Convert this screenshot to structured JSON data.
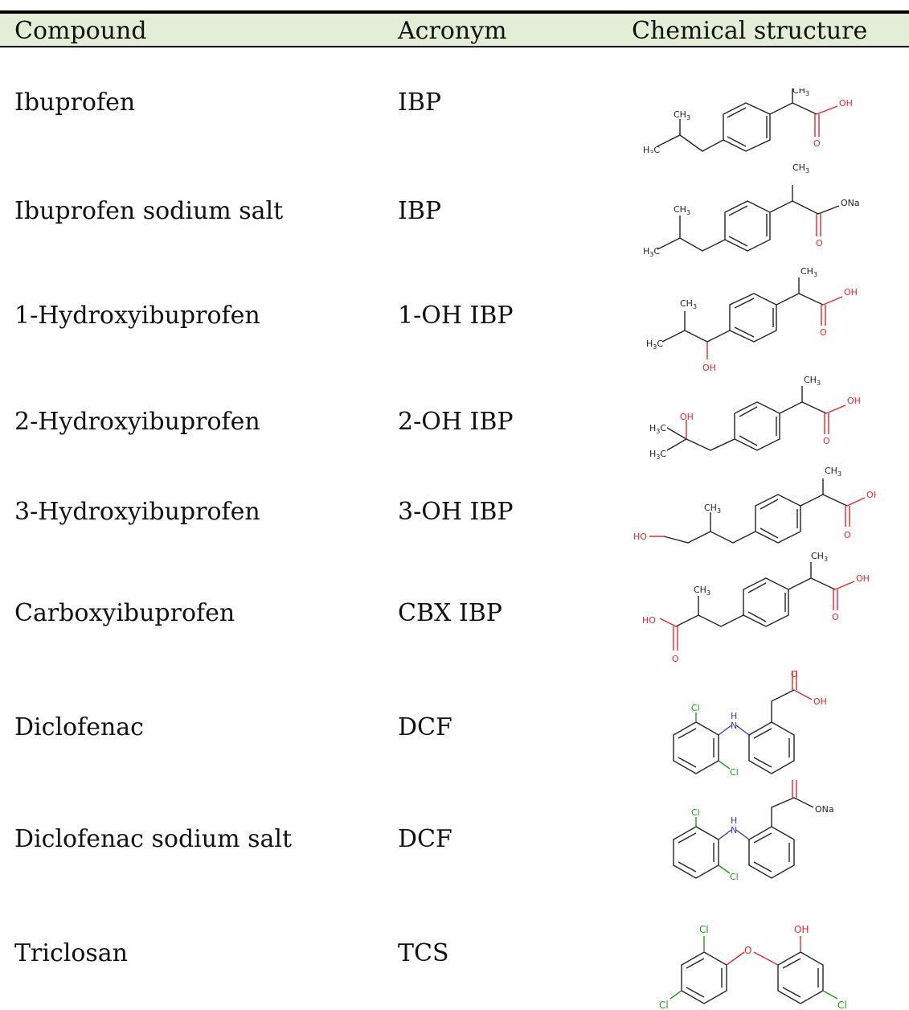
{
  "header": {
    "compound": "Compound",
    "acronym": "Acronym",
    "structure": "Chemical structure"
  },
  "atoms": {
    "ch3": "CH",
    "h3c": "H",
    "c": "C",
    "sub3": "3",
    "oh": "OH",
    "ho": "HO",
    "o": "O",
    "ona": "ONa",
    "cl": "Cl",
    "h": "H",
    "n": "N"
  },
  "colors": {
    "carbon": "#222222",
    "oxygen": "#e8262b",
    "nitrogen": "#3a3ab8",
    "chlorine": "#1d9e1d",
    "header_bg": "#e3eed6"
  },
  "rows": [
    {
      "name": "Ibuprofen",
      "acronym": "IBP"
    },
    {
      "name": "Ibuprofen sodium salt",
      "acronym": "IBP"
    },
    {
      "name": "1-Hydroxyibuprofen",
      "acronym": "1-OH IBP"
    },
    {
      "name": "2-Hydroxyibuprofen",
      "acronym": "2-OH IBP"
    },
    {
      "name": "3-Hydroxyibuprofen",
      "acronym": "3-OH IBP"
    },
    {
      "name": "Carboxyibuprofen",
      "acronym": "CBX IBP"
    },
    {
      "name": "Diclofenac",
      "acronym": "DCF"
    },
    {
      "name": "Diclofenac sodium salt",
      "acronym": "DCF"
    },
    {
      "name": "Triclosan",
      "acronym": "TCS"
    }
  ]
}
